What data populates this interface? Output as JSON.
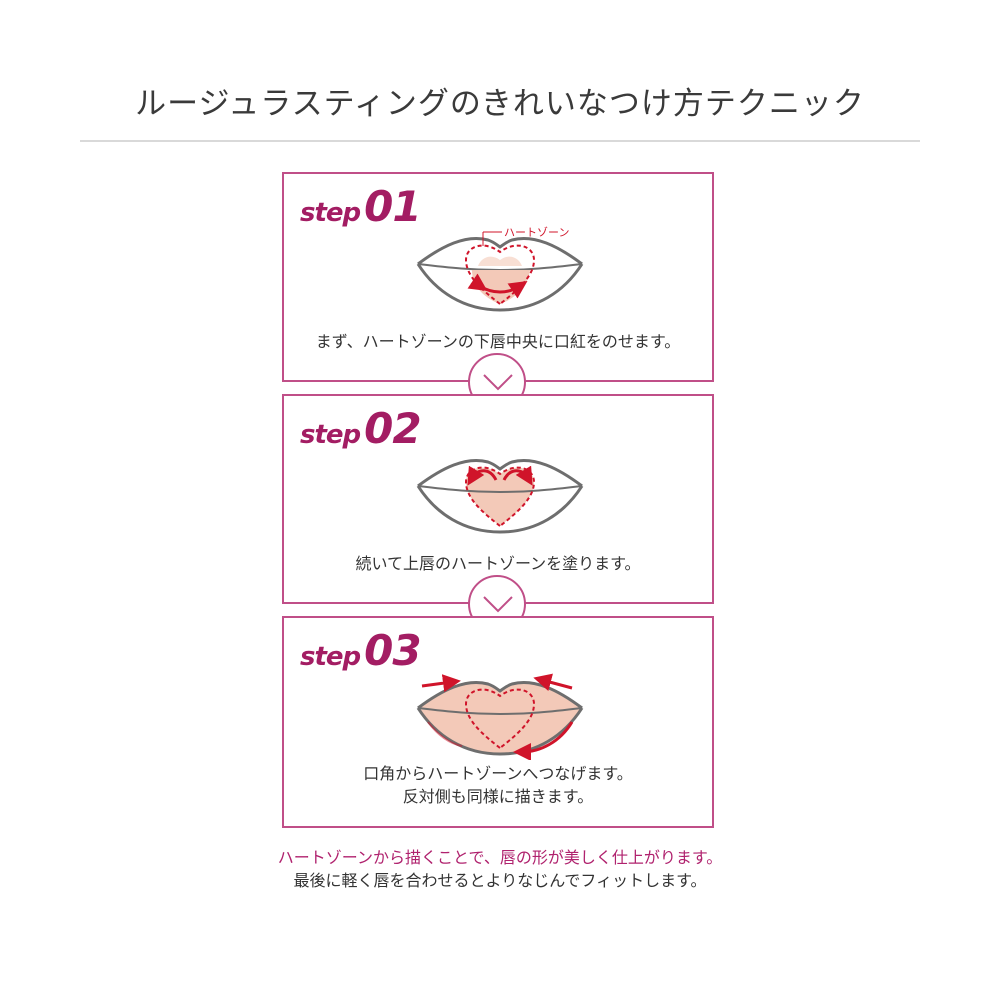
{
  "title": "ルージュラスティングのきれいなつけ方テクニック",
  "steps": [
    {
      "word": "step",
      "number": "01",
      "annotation": "ハートゾーン",
      "caption_lines": [
        "まず、ハートゾーンの下唇中央に口紅をのせます。"
      ]
    },
    {
      "word": "step",
      "number": "02",
      "caption_lines": [
        "続いて上唇のハートゾーンを塗ります。"
      ]
    },
    {
      "word": "step",
      "number": "03",
      "caption_lines": [
        "口角からハートゾーンへつなげます。",
        "反対側も同様に描きます。"
      ]
    }
  ],
  "connector_icon": "chevron-down-icon",
  "footer": {
    "highlight": "ハートゾーンから描くことで、唇の形が美しく仕上がります。",
    "note": "最後に軽く唇を合わせるとよりなじんでフィットします。"
  },
  "colors": {
    "accent": "#a31d63",
    "border": "#c04f88",
    "fill": "#f3c9b8",
    "arrow": "#d0142a",
    "outline": "#6e6e6e"
  }
}
